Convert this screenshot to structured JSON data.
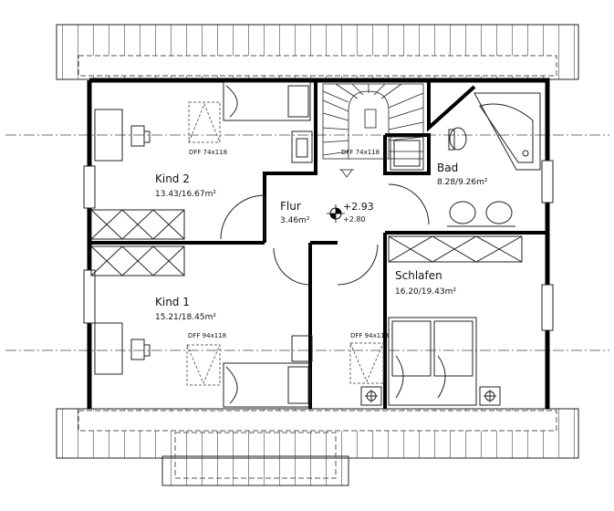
{
  "rooms": {
    "kind2": {
      "name": "Kind  2",
      "area": "13.43/16.67m²"
    },
    "kind1": {
      "name": "Kind  1",
      "area": "15.21/18.45m²"
    },
    "flur": {
      "name": "Flur",
      "area": "3.46m²"
    },
    "bad": {
      "name": "Bad",
      "area": "8.28/9.26m²"
    },
    "schlafen": {
      "name": "Schlafen",
      "area": "16.20/19.43m²"
    }
  },
  "windows": {
    "kind2": "DFF 74x118",
    "stair": "DFF 74x118",
    "kind1": "DFF 94x118",
    "schlafen": "DFF 94x118"
  },
  "levels": {
    "main": "+2.93",
    "sub": "+2.80"
  },
  "colors": {
    "wall": "#000000",
    "line": "#222222",
    "dashed": "#555555"
  }
}
